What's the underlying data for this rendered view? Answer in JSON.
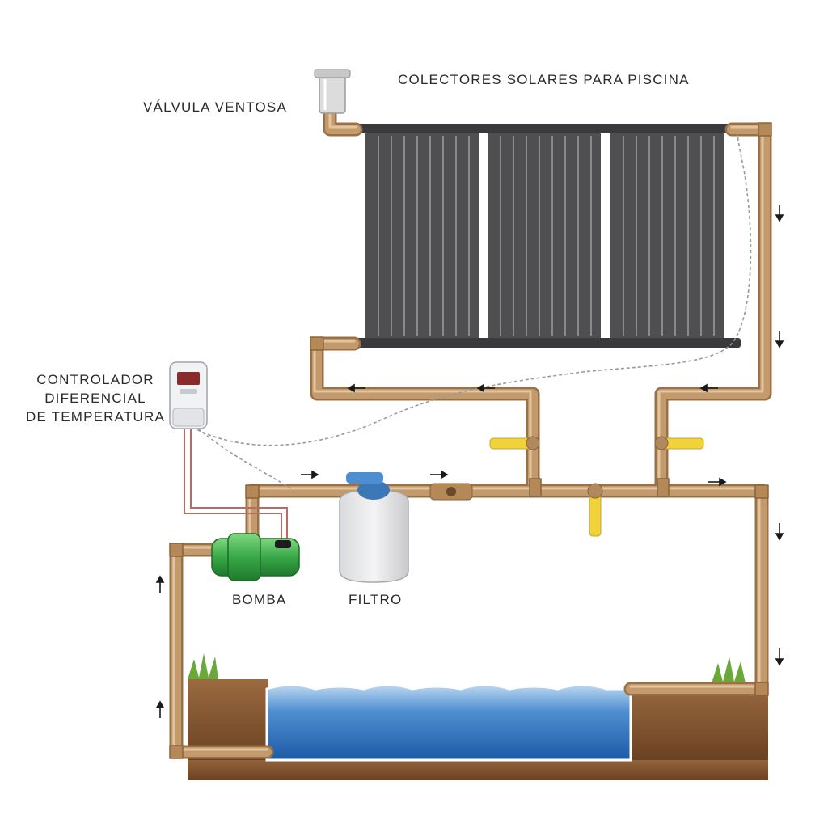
{
  "labels": {
    "collectors": "COLECTORES SOLARES PARA PISCINA",
    "vent_valve": "VÁLVULA VENTOSA",
    "controller": [
      "CONTROLADOR",
      "DIFERENCIAL",
      "DE TEMPERATURA"
    ],
    "pump": "BOMBA",
    "filter": "FILTRO"
  },
  "colors": {
    "pipe": "#c29a6b",
    "pipe_dark": "#9a7147",
    "collector": "#4f4f52",
    "valve_handle": "#f2d23a",
    "pump": "#3fb34f",
    "filter_lid": "#3a78b8",
    "water": "#2f74c0",
    "soil": "#8a5a34"
  },
  "icons": [
    "arrow-icon",
    "valve-handle-icon",
    "grass-icon"
  ]
}
